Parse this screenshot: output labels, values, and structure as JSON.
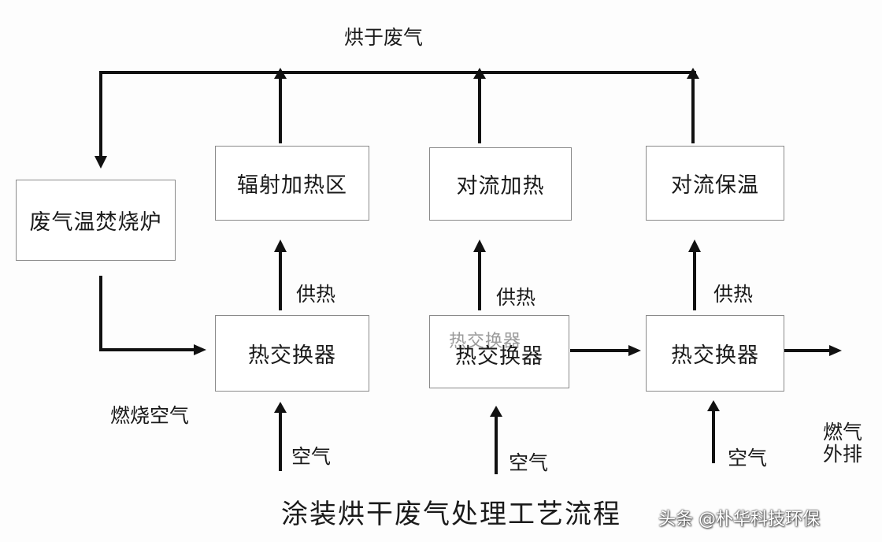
{
  "diagram": {
    "top_label": "烘于废气",
    "boxes": {
      "incinerator": "废气温焚烧炉",
      "radiant_heating": "辐射加热区",
      "convection_heating": "对流加热",
      "convection_insulation": "对流保温",
      "heat_exchanger_1": "热交换器",
      "heat_exchanger_2": "热交换器",
      "heat_exchanger_3": "热交换器"
    },
    "labels": {
      "supply_heat_1": "供热",
      "supply_heat_2": "供热",
      "supply_heat_3": "供热",
      "combustion_air": "燃烧空气",
      "air_1": "空气",
      "air_2": "空气",
      "air_3": "空气",
      "exhaust_line1": "燃气",
      "exhaust_line2": "外排"
    },
    "ghost_text": "热交换器",
    "title": "涂装烘干废气处理工艺流程"
  },
  "watermark": "头条 @朴华科技环保"
}
